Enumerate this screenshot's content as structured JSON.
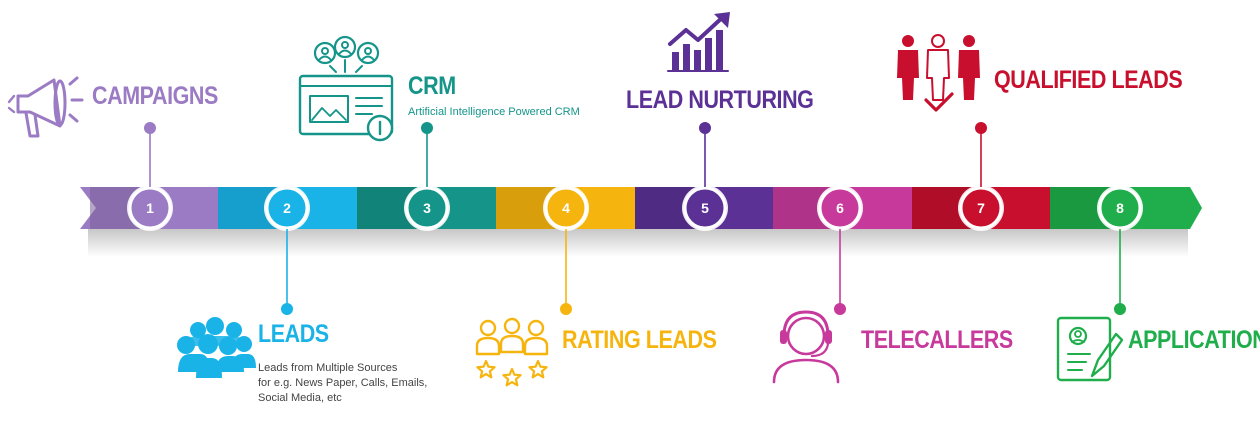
{
  "steps": [
    {
      "number": "1",
      "title": "CAMPAIGNS",
      "color": "#9b7bc4",
      "icon": "megaphone-icon"
    },
    {
      "number": "2",
      "title": "LEADS",
      "description": [
        "Leads from Multiple Sources",
        "for e.g. News Paper, Calls, Emails,",
        "Social Media, etc"
      ],
      "color": "#1ab3e8",
      "icon": "people-group-icon"
    },
    {
      "number": "3",
      "title": "CRM",
      "description": [
        "Artificial Intelligence Powered CRM"
      ],
      "color": "#15958a",
      "icon": "crm-dashboard-icon"
    },
    {
      "number": "4",
      "title": "RATING LEADS",
      "color": "#f6b40e",
      "icon": "people-rating-stars-icon"
    },
    {
      "number": "5",
      "title": "LEAD NURTURING",
      "color": "#5b3196",
      "icon": "growth-chart-icon"
    },
    {
      "number": "6",
      "title": "TELECALLERS",
      "color": "#c73a9c",
      "icon": "headset-agent-icon"
    },
    {
      "number": "7",
      "title": "QUALIFIED LEADS",
      "color": "#c8102e",
      "icon": "qualified-people-icon"
    },
    {
      "number": "8",
      "title": "APPLICATION",
      "color": "#1fae4b",
      "icon": "application-form-icon"
    }
  ]
}
